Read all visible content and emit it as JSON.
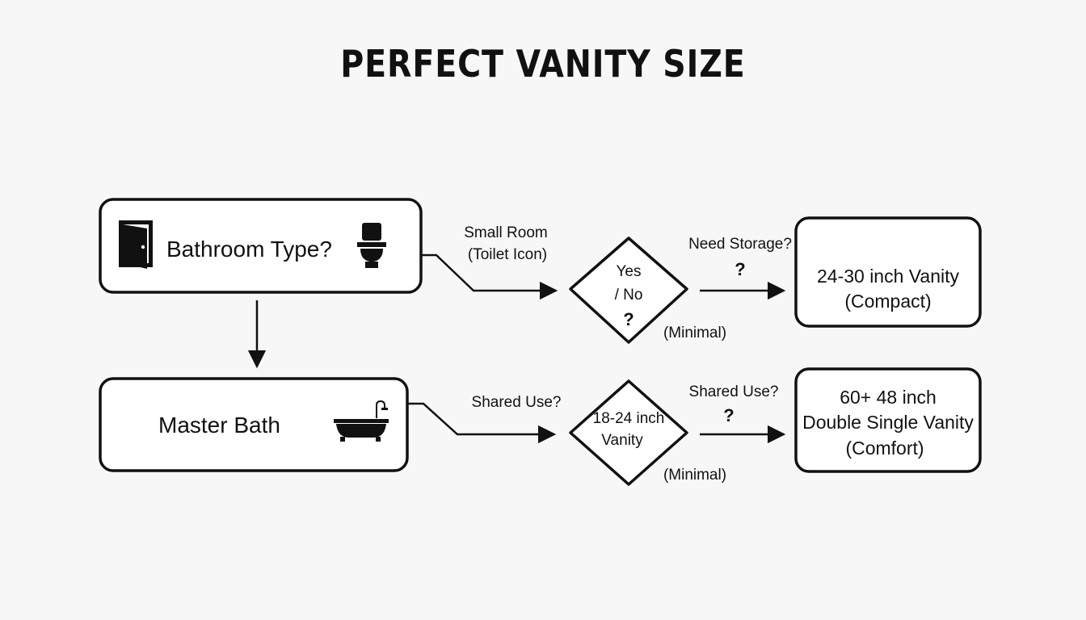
{
  "title": "PERFECT VANITY SIZE",
  "nodes": {
    "bathroom_type": {
      "label": "Bathroom Type?",
      "icons": [
        "door-icon",
        "toilet-icon"
      ]
    },
    "master_bath": {
      "label": "Master Bath",
      "icons": [
        "bathtub-icon"
      ]
    },
    "decision_top": {
      "line1": "Yes",
      "line2": "/ No",
      "mark": "?"
    },
    "decision_bottom": {
      "line1": "18-24 inch",
      "line2": "Vanity"
    },
    "result_compact": {
      "line1": "24-30 inch Vanity",
      "line2": "(Compact)"
    },
    "result_comfort": {
      "line1": "60+ 48 inch",
      "line2": "Double Single Vanity",
      "line3": "(Comfort)"
    }
  },
  "edges": {
    "small_room": {
      "line1": "Small Room",
      "line2": "(Toilet Icon)"
    },
    "need_storage": {
      "label": "Need Storage?",
      "mark": "?"
    },
    "minimal_top": {
      "label": "(Minimal)"
    },
    "shared_use_left": {
      "label": "Shared Use?"
    },
    "shared_use_right": {
      "label": "Shared Use?",
      "mark": "?"
    },
    "minimal_bottom": {
      "label": "(Minimal)"
    }
  },
  "colors": {
    "background": "#f7f7f7",
    "stroke": "#111111",
    "box_fill": "#ffffff"
  }
}
